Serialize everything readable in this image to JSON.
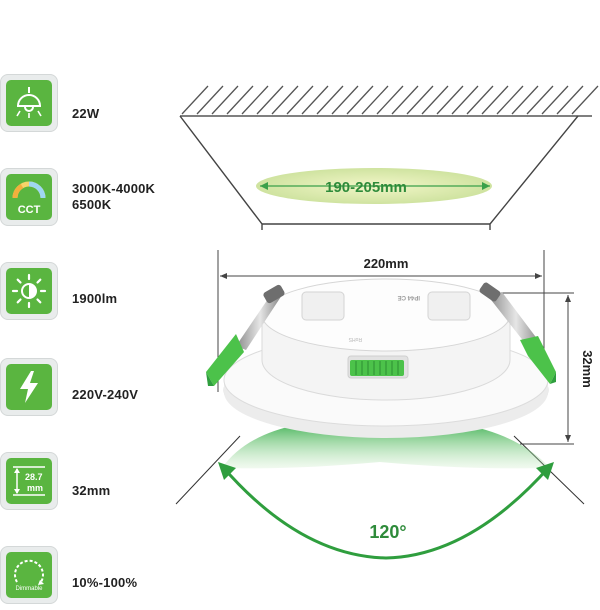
{
  "specs": {
    "power": {
      "label": "22W",
      "icon": "ceiling-lamp-icon"
    },
    "cct": {
      "line1": "3000K-4000K",
      "line2": "6500K",
      "badge": "CCT",
      "icon": "color-temperature-icon"
    },
    "lumen": {
      "label": "1900lm",
      "icon": "brightness-icon"
    },
    "voltage": {
      "label": "220V-240V",
      "icon": "lightning-icon"
    },
    "height": {
      "label": "32mm",
      "badge_value": "28.7",
      "badge_unit": "mm",
      "icon": "height-icon"
    },
    "dimming": {
      "label": "10%-100%",
      "badge": "Dimmable",
      "icon": "dimmable-icon"
    }
  },
  "diagram": {
    "cutout": "190-205mm",
    "diameter": "220mm",
    "depth": "32mm",
    "beam_angle": "120°",
    "body_markings": [
      "IP44 CE",
      "RoHS"
    ]
  },
  "colors": {
    "accent": "#5ab540",
    "clip": "#4cc24a",
    "arc": "#2f9e3e",
    "text": "#222222"
  }
}
